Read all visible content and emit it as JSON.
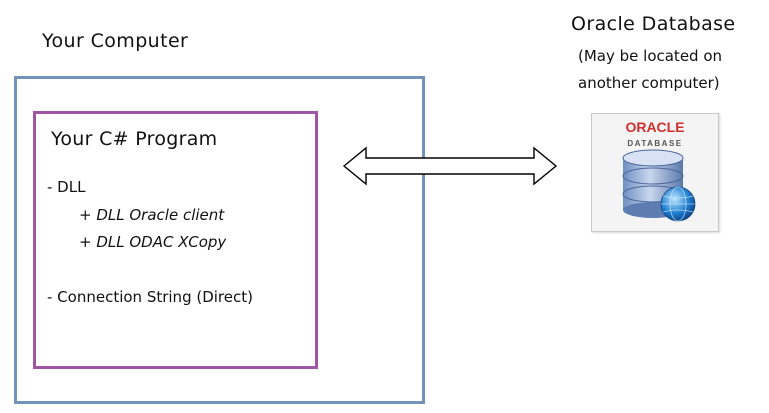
{
  "computer": {
    "title": "Your Computer",
    "box_color": "#7394b8"
  },
  "program": {
    "title": "Your C# Program",
    "box_color": "#9e55a3",
    "items": [
      "- DLL",
      "+ DLL Oracle client",
      "+ DLL ODAC XCopy",
      "- Connection String (Direct)"
    ]
  },
  "database": {
    "title": "Oracle Database",
    "note_line1": "(May be located on",
    "note_line2": "another computer)",
    "logo_text": "ORACLE",
    "logo_subtext": "DATABASE",
    "logo_color": "#d32f2f"
  },
  "connector": {
    "icon": "double-arrow-icon"
  }
}
